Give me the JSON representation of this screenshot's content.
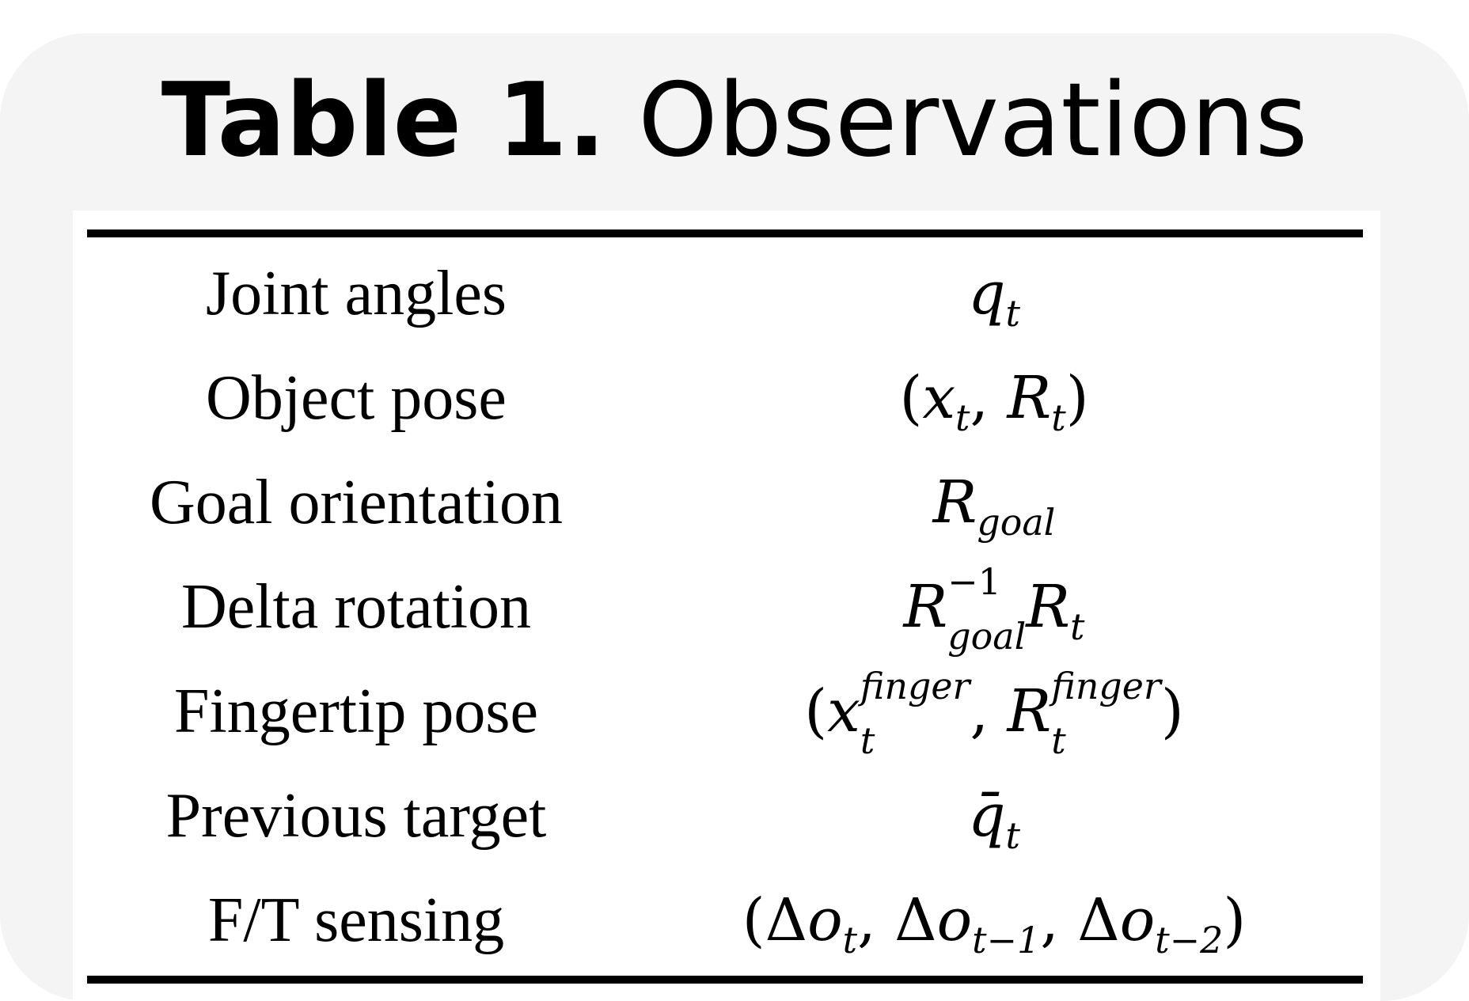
{
  "title": {
    "bold_part": "Table 1.",
    "normal_part": "Observations"
  },
  "table": {
    "rows": [
      {
        "label": "Joint angles",
        "value": "q_t"
      },
      {
        "label": "Object pose",
        "value": "(x_t, R_t)"
      },
      {
        "label": "Goal orientation",
        "value": "R_goal"
      },
      {
        "label": "Delta rotation",
        "value": "R_goal^-1 R_t"
      },
      {
        "label": "Fingertip pose",
        "value": "(x_t^finger, R_t^finger)"
      },
      {
        "label": "Previous target",
        "value": "q̄_t"
      },
      {
        "label": "F/T sensing",
        "value": "(Δo_t, Δo_t-1, Δo_t-2)"
      }
    ]
  },
  "math": {
    "q": "q",
    "t": "t",
    "x": "x",
    "R": "R",
    "goal": "goal",
    "neg1": "−1",
    "finger": "finger",
    "qbar": "q̄",
    "delta": "Δ",
    "o": "o",
    "tm1": "t−1",
    "tm2": "t−2",
    "lp": "(",
    "rp": ")",
    "comma": ", "
  }
}
